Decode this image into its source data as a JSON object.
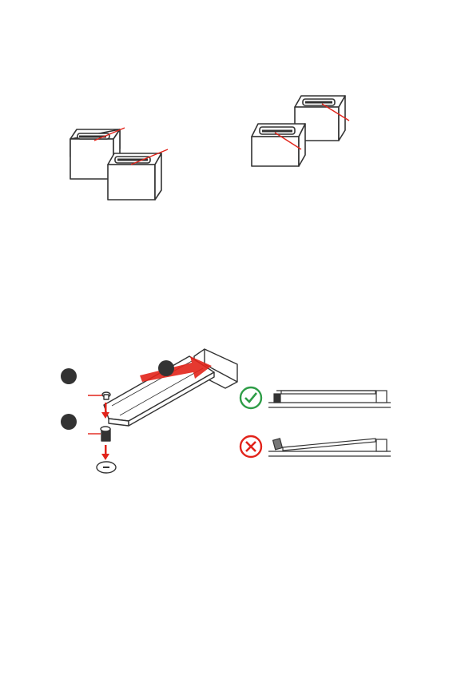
{
  "page": {
    "kind": "manual illustration page"
  },
  "colors": {
    "line": "#333333",
    "accent": "#e2231a",
    "ok": "#2e9d47",
    "bad": "#e2231a",
    "fill": "#ffffff"
  },
  "figures": [
    {
      "id": "sata-vertical-pair",
      "icon": "sata-connector-icon"
    },
    {
      "id": "sata-angled-pair",
      "icon": "sata-connector-icon"
    },
    {
      "id": "m2-installation",
      "icon": "m2-ssd-icon"
    },
    {
      "id": "install-correct",
      "icon": "check-icon"
    },
    {
      "id": "install-incorrect",
      "icon": "cross-icon"
    }
  ]
}
